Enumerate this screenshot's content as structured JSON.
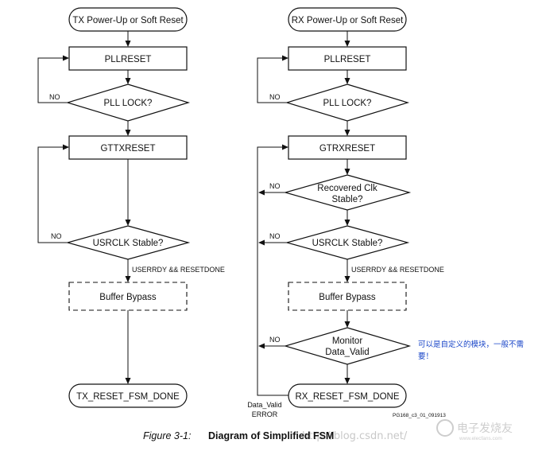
{
  "tx": {
    "start": "TX Power-Up or Soft Reset",
    "pllreset": "PLLRESET",
    "pll_lock": "PLL LOCK?",
    "gttxreset": "GTTXRESET",
    "usrclk_stable": "USRCLK Stable?",
    "no_pll": "NO",
    "no_usrclk": "NO",
    "userrdy": "USERRDY && RESETDONE",
    "buffer_bypass": "Buffer Bypass",
    "done": "TX_RESET_FSM_DONE"
  },
  "rx": {
    "start": "RX Power-Up or Soft Reset",
    "pllreset": "PLLRESET",
    "pll_lock": "PLL LOCK?",
    "gtrxreset": "GTRXRESET",
    "recovered_clk_line1": "Recovered Clk",
    "recovered_clk_line2": "Stable?",
    "usrclk_stable": "USRCLK Stable?",
    "no_pll": "NO",
    "no_recovered": "NO",
    "no_usrclk": "NO",
    "no_monitor": "NO",
    "userrdy": "USERRDY && RESETDONE",
    "buffer_bypass": "Buffer Bypass",
    "monitor_line1": "Monitor",
    "monitor_line2": "Data_Valid",
    "done": "RX_RESET_FSM_DONE",
    "error_line1": "Data_Valid",
    "error_line2": "ERROR"
  },
  "annotation": {
    "line1": "可以是自定义的模块，一般不需",
    "line2": "要！"
  },
  "figure_code": "PG168_c3_01_091913",
  "caption": {
    "label": "Figure 3-1:",
    "title": "Diagram of Simplified FSM"
  },
  "watermark": {
    "url": "http://blog.csdn.net/",
    "logo": "电子发烧友",
    "logo_url": "www.elecfans.com"
  }
}
